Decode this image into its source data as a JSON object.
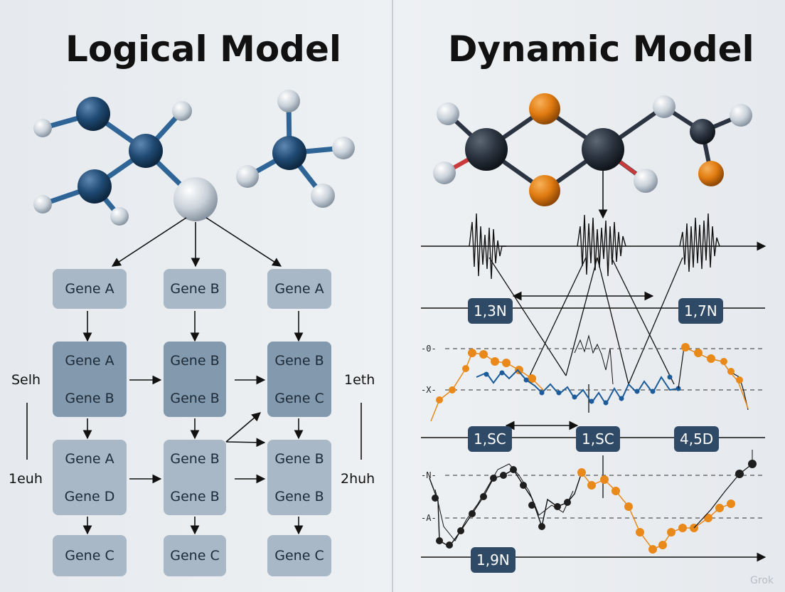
{
  "colors": {
    "navy": "#1f4a73",
    "dark_atom": "#2b3440",
    "orange": "#e07b10",
    "white_atom": "#c9d1d9",
    "series_blue": "#1c5c9a",
    "series_orange": "#e8891a",
    "series_black": "#1e1e1e",
    "tag_bg": "#2e4a66"
  },
  "left_panel": {
    "title": "Logical Model",
    "side_labels": {
      "left_top": "Selh",
      "left_bottom": "1euh",
      "right_top": "1eth",
      "right_bottom": "2huh"
    },
    "rows": [
      [
        {
          "lines": [
            "Gene A"
          ],
          "shade": "light"
        },
        {
          "lines": [
            "Gene B"
          ],
          "shade": "light"
        },
        {
          "lines": [
            "Gene A"
          ],
          "shade": "light"
        }
      ],
      [
        {
          "lines": [
            "Gene A",
            "Gene B"
          ],
          "shade": "dark"
        },
        {
          "lines": [
            "Gene B",
            "Gene B"
          ],
          "shade": "dark"
        },
        {
          "lines": [
            "Gene B",
            "Gene C"
          ],
          "shade": "dark"
        }
      ],
      [
        {
          "lines": [
            "Gene A",
            "Gene D"
          ],
          "shade": "light"
        },
        {
          "lines": [
            "Gene B",
            "Gene B"
          ],
          "shade": "light"
        },
        {
          "lines": [
            "Gene B",
            "Gene B"
          ],
          "shade": "light"
        }
      ],
      [
        {
          "lines": [
            "Gene C"
          ],
          "shade": "light"
        },
        {
          "lines": [
            "Gene C"
          ],
          "shade": "light"
        },
        {
          "lines": [
            "Gene C"
          ],
          "shade": "light"
        }
      ]
    ]
  },
  "right_panel": {
    "title": "Dynamic Model",
    "tags": [
      "1,3N",
      "1,7N",
      "1,SC",
      "1,SC",
      "4,5D",
      "1,9N"
    ],
    "axis_marks": {
      "upper_top": "-0-",
      "upper_bottom": "-X-",
      "lower_top": "-N-",
      "lower_bottom": "-A-"
    }
  },
  "watermark": "Grok"
}
